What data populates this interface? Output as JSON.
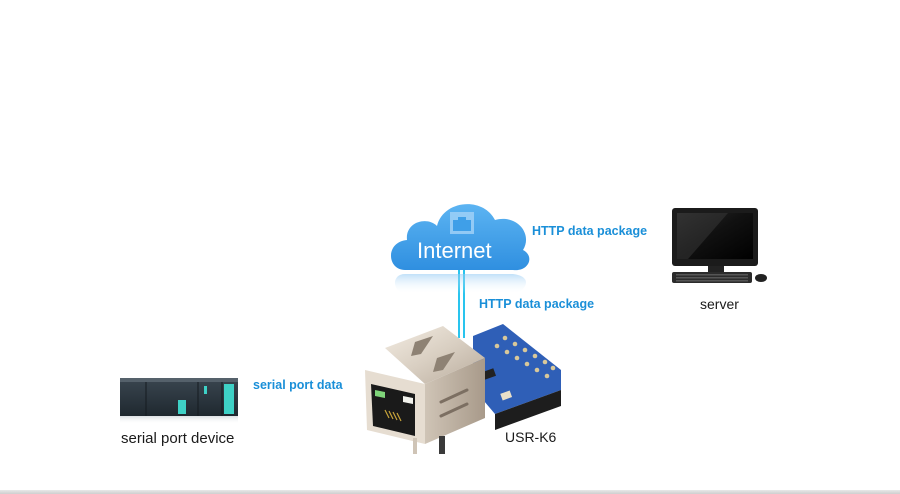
{
  "diagram": {
    "title": "USR-K6 serial to Ethernet network topology",
    "colors": {
      "accent_blue": "#1a8fd8",
      "link_cyan": "#29c4ee",
      "cloud_blue": "#3f9fe8",
      "text_dark": "#1a1a1a"
    },
    "nodes": {
      "internet": {
        "label": "Internet",
        "icon": "cloud-icon"
      },
      "server": {
        "label": "server",
        "icon": "desktop-computer-icon"
      },
      "module": {
        "label": "USR-K6",
        "icon": "rj45-module-icon"
      },
      "device": {
        "label": "serial port device",
        "icon": "plc-device-icon"
      }
    },
    "links": {
      "internet_server": {
        "label": "HTTP data package"
      },
      "internet_module": {
        "label": "HTTP data package"
      },
      "device_module": {
        "label": "serial port data"
      }
    }
  }
}
